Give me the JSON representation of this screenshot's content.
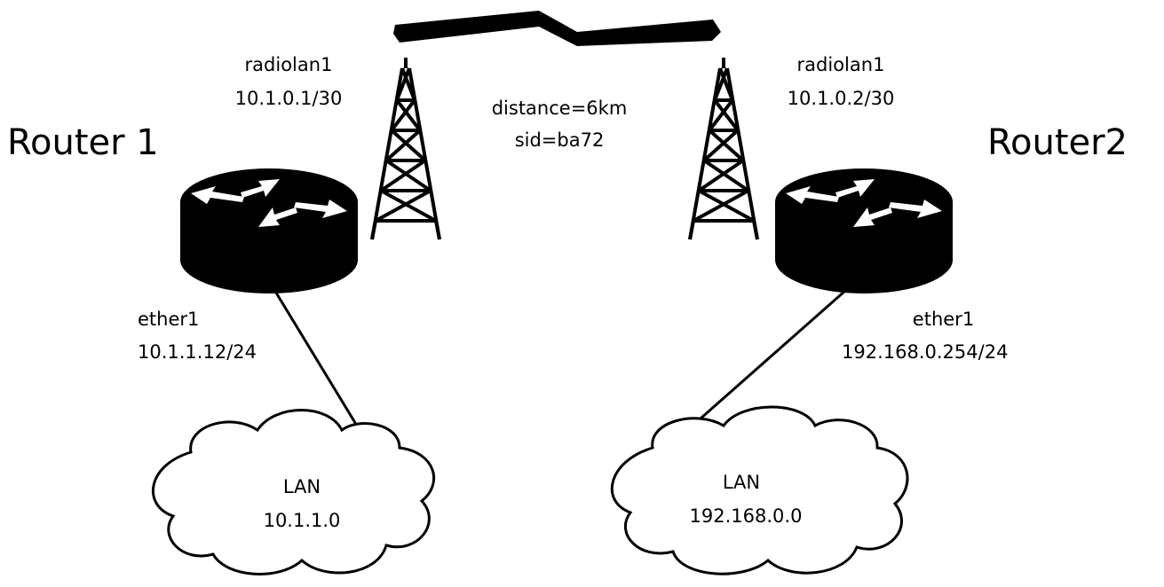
{
  "routers": [
    {
      "name": "Router 1",
      "radio": {
        "iface": "radiolan1",
        "ip": "10.1.0.1/30"
      },
      "ether": {
        "iface": "ether1",
        "ip": "10.1.1.12/24"
      },
      "lan": {
        "label": "LAN",
        "net": "10.1.1.0"
      }
    },
    {
      "name": "Router2",
      "radio": {
        "iface": "radiolan1",
        "ip": "10.1.0.2/30"
      },
      "ether": {
        "iface": "ether1",
        "ip": "192.168.0.254/24"
      },
      "lan": {
        "label": "LAN",
        "net": "192.168.0.0"
      }
    }
  ],
  "link": {
    "distance": "distance=6km",
    "sid": "sid=ba72"
  }
}
